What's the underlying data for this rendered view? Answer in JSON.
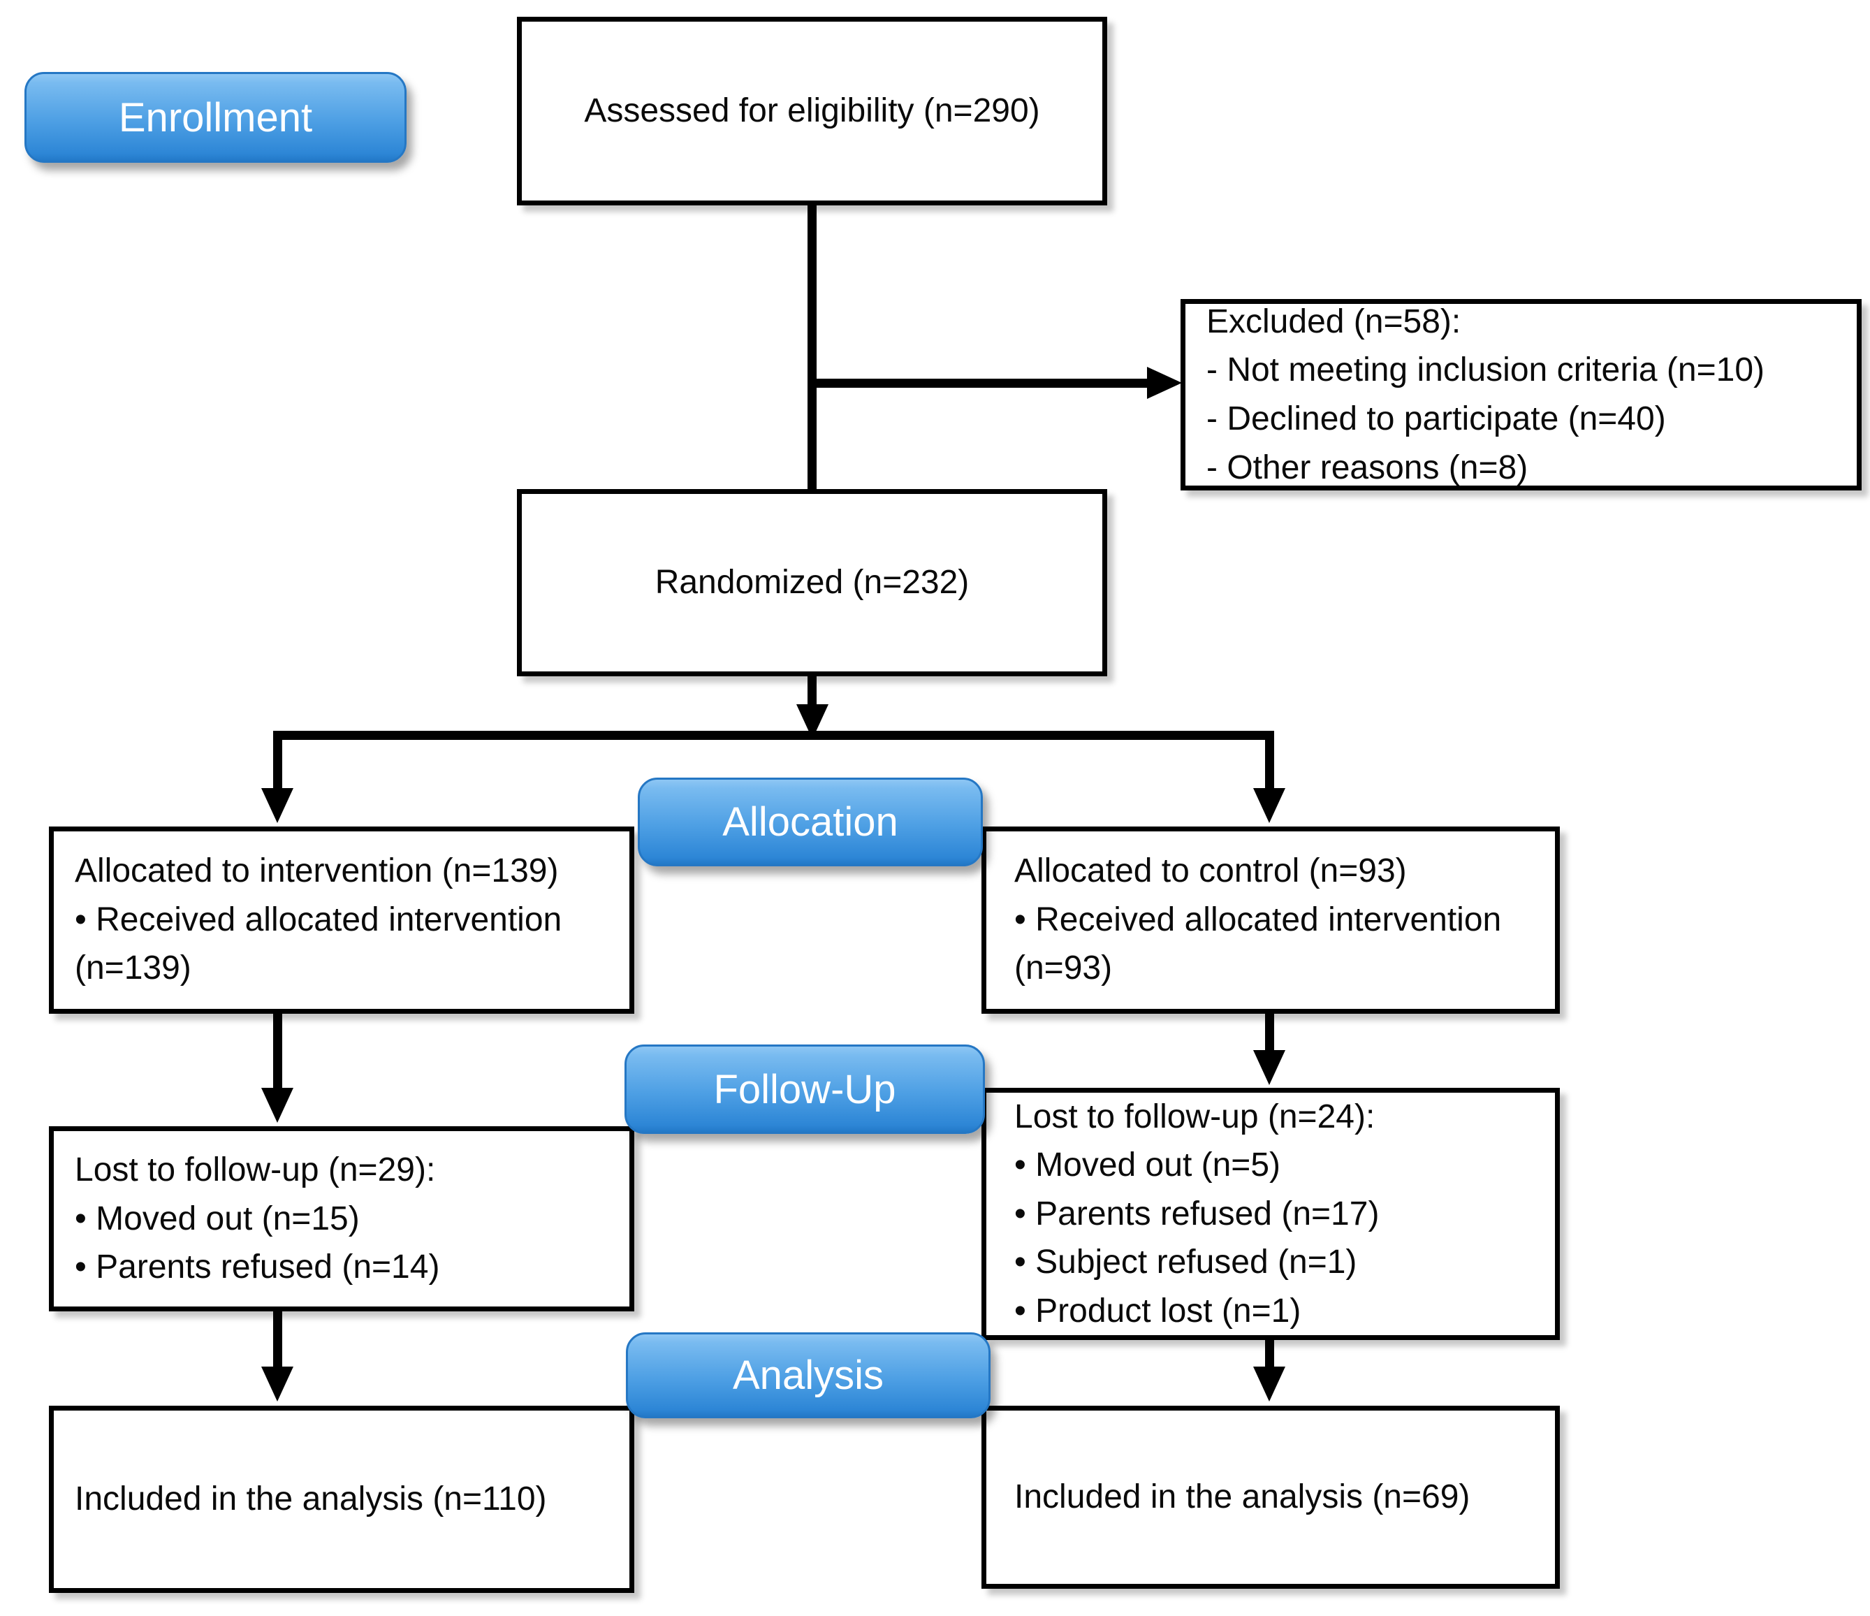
{
  "colors": {
    "badge_gradient_top": "#79bbf0",
    "badge_gradient_mid": "#4d9fe4",
    "badge_gradient_bottom": "#2d86d6",
    "badge_border": "#2577c4",
    "badge_text": "#ffffff",
    "box_border": "#000000",
    "box_background": "#ffffff",
    "line": "#000000",
    "page_background": "#ffffff"
  },
  "badges": {
    "enrollment": "Enrollment",
    "allocation": "Allocation",
    "follow_up": "Follow-Up",
    "analysis": "Analysis"
  },
  "boxes": {
    "assessed": {
      "text": "Assessed for eligibility (n=290)"
    },
    "excluded": {
      "title": "Excluded (n=58):",
      "items": [
        "- Not meeting inclusion criteria (n=10)",
        "- Declined to participate (n=40)",
        "- Other reasons (n=8)"
      ]
    },
    "randomized": {
      "text": "Randomized (n=232)"
    },
    "allocated_intervention": {
      "title": "Allocated to intervention (n=139)",
      "items": [
        "• Received allocated intervention (n=139)"
      ]
    },
    "allocated_control": {
      "title": "Allocated to control (n=93)",
      "items": [
        "• Received allocated intervention (n=93)"
      ]
    },
    "lost_intervention": {
      "title": "Lost to follow-up (n=29):",
      "items": [
        "• Moved out (n=15)",
        "• Parents refused (n=14)"
      ]
    },
    "lost_control": {
      "title": "Lost to follow-up (n=24):",
      "items": [
        "• Moved out (n=5)",
        "• Parents refused (n=17)",
        "• Subject refused (n=1)",
        "• Product lost (n=1)"
      ]
    },
    "analysis_intervention": {
      "text": "Included in the analysis (n=110)"
    },
    "analysis_control": {
      "text": "Included in the analysis (n=69)"
    }
  }
}
